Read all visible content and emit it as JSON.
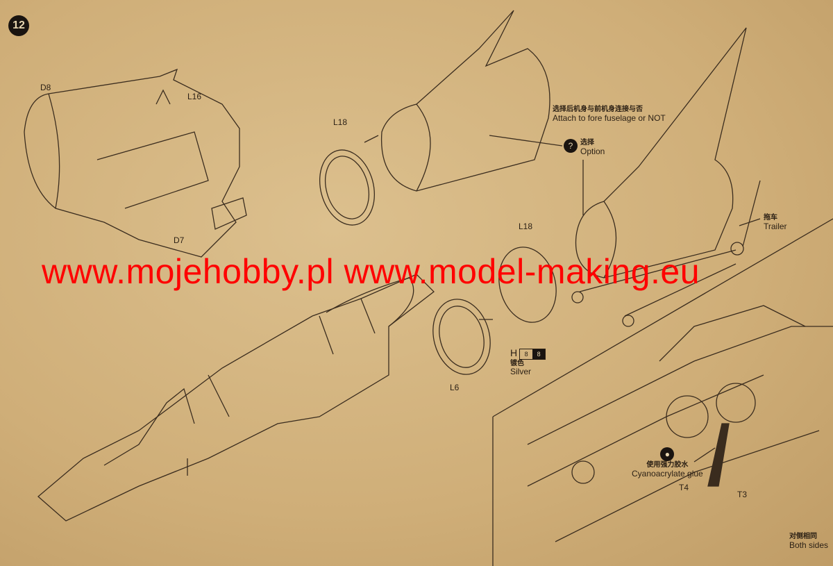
{
  "step_number": "12",
  "parts": {
    "d8": "D8",
    "l16": "L16",
    "l18_top": "L18",
    "l18_mid": "L18",
    "d7": "D7",
    "l6": "L6",
    "t4": "T4",
    "t3": "T3"
  },
  "notes": {
    "attach_cn": "选择后机身与前机身连接与否",
    "attach_en": "Attach to fore fuselage or NOT",
    "option_icon": "?",
    "option_cn": "选择",
    "option_en": "Option",
    "trailer_cn": "拖车",
    "trailer_en": "Trailer",
    "paint_letter": "H",
    "paint_code_1": "8",
    "paint_code_2": "8",
    "silver_cn": "镀色",
    "silver_en": "Silver",
    "glue_cn": "使用强力胶水",
    "glue_en": "Cyanoacrylate glue",
    "both_cn": "对侧相同",
    "both_en": "Both sides"
  },
  "watermark": "www.mojehobby.pl www.model-making.eu",
  "colors": {
    "paper": "#cfae78",
    "ink": "#2a1f14",
    "watermark": "#ff0000"
  }
}
